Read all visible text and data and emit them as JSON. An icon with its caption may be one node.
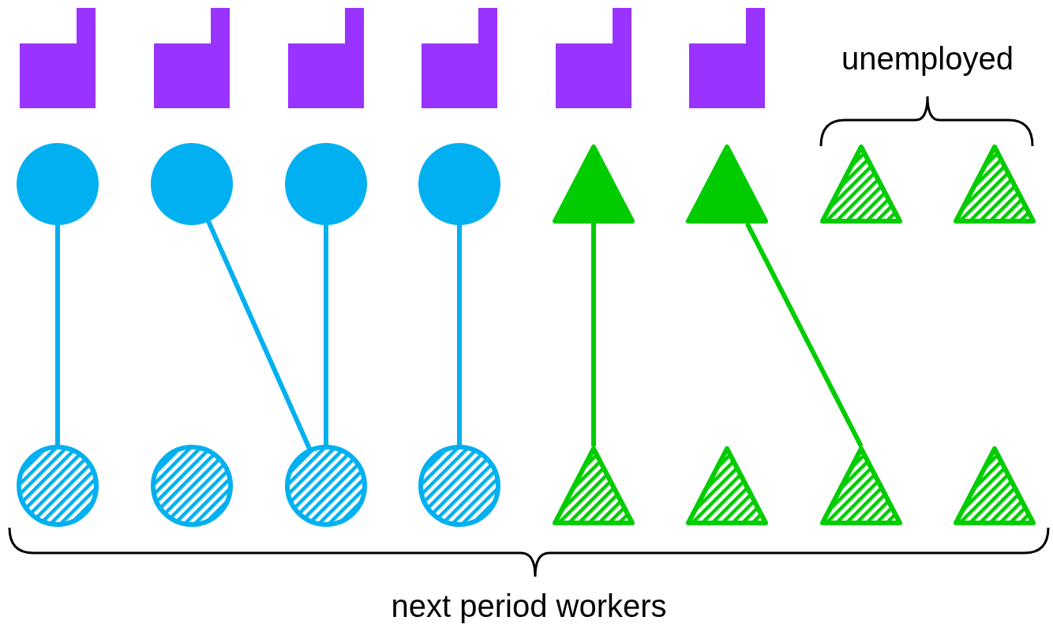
{
  "diagram": {
    "nodes": [
      {
        "text": [],
        "shape": "building"
      },
      {
        "text": [],
        "shape": "building"
      },
      {
        "text": [],
        "shape": "building"
      },
      {
        "text": [],
        "shape": "building"
      },
      {
        "text": [],
        "shape": "building"
      },
      {
        "text": [],
        "shape": "building"
      },
      {
        "text": [],
        "shape": "circle"
      },
      {
        "text": [],
        "shape": "circle"
      },
      {
        "text": [],
        "shape": "circle"
      },
      {
        "text": [],
        "shape": "circle"
      },
      {
        "text": [],
        "shape": "triangle"
      },
      {
        "text": [],
        "shape": "triangle"
      },
      {
        "text": [],
        "shape": "triangle"
      },
      {
        "text": [],
        "shape": "triangle"
      },
      {
        "text": [],
        "shape": "circle"
      },
      {
        "text": [],
        "shape": "circle"
      },
      {
        "text": [],
        "shape": "circle"
      },
      {
        "text": [],
        "shape": "circle"
      },
      {
        "text": [],
        "shape": "triangle"
      },
      {
        "text": [],
        "shape": "triangle"
      },
      {
        "text": [],
        "shape": "triangle"
      },
      {
        "text": [],
        "shape": "triangle"
      }
    ],
    "edges": [
      {
        "from": 6,
        "to": 14,
        "arrow": "none"
      },
      {
        "from": 7,
        "to": 16,
        "arrow": "none"
      },
      {
        "from": 8,
        "to": 16,
        "arrow": "none"
      },
      {
        "from": 9,
        "to": 17,
        "arrow": "none"
      },
      {
        "from": 10,
        "to": 18,
        "arrow": "none",
        "color": "#00cc00"
      },
      {
        "from": 11,
        "to": 20,
        "arrow": "none",
        "color": "#00cc00"
      }
    ],
    "labels": [
      "unemployed",
      "next period workers"
    ]
  }
}
